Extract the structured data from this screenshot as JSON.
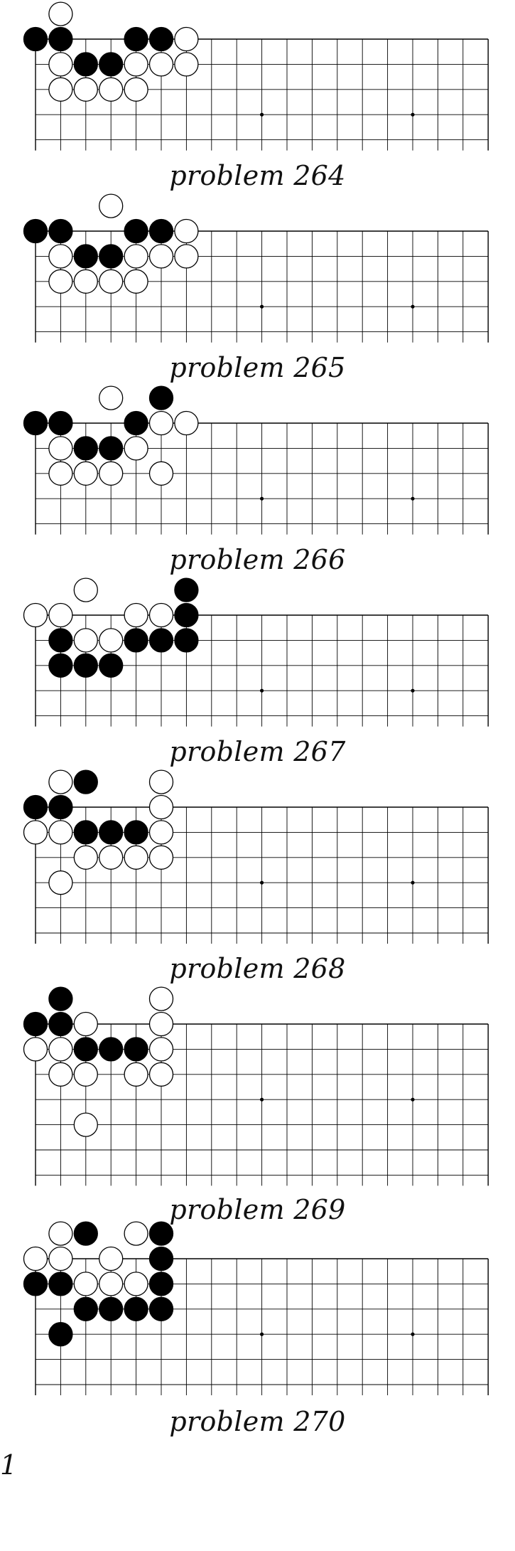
{
  "page": {
    "page_number": "1"
  },
  "board": {
    "columns": 19,
    "line_color": "#000000",
    "black_stone_color": "#000000",
    "white_stone_color": "#ffffff",
    "hoshi_columns": [
      9,
      15
    ]
  },
  "problems": [
    {
      "caption": "problem 264",
      "visible_rows": 5,
      "hoshi_row": 3,
      "stones": [
        {
          "c": "W",
          "col": 1,
          "row": -1
        },
        {
          "c": "B",
          "col": 0,
          "row": 0
        },
        {
          "c": "B",
          "col": 1,
          "row": 0
        },
        {
          "c": "B",
          "col": 4,
          "row": 0
        },
        {
          "c": "B",
          "col": 5,
          "row": 0
        },
        {
          "c": "W",
          "col": 6,
          "row": 0
        },
        {
          "c": "W",
          "col": 1,
          "row": 1
        },
        {
          "c": "B",
          "col": 2,
          "row": 1
        },
        {
          "c": "B",
          "col": 3,
          "row": 1
        },
        {
          "c": "W",
          "col": 4,
          "row": 1
        },
        {
          "c": "W",
          "col": 5,
          "row": 1
        },
        {
          "c": "W",
          "col": 6,
          "row": 1
        },
        {
          "c": "W",
          "col": 1,
          "row": 2
        },
        {
          "c": "W",
          "col": 2,
          "row": 2
        },
        {
          "c": "W",
          "col": 3,
          "row": 2
        },
        {
          "c": "W",
          "col": 4,
          "row": 2
        }
      ]
    },
    {
      "caption": "problem 265",
      "visible_rows": 5,
      "hoshi_row": 3,
      "stones": [
        {
          "c": "W",
          "col": 3,
          "row": -1
        },
        {
          "c": "B",
          "col": 0,
          "row": 0
        },
        {
          "c": "B",
          "col": 1,
          "row": 0
        },
        {
          "c": "B",
          "col": 4,
          "row": 0
        },
        {
          "c": "B",
          "col": 5,
          "row": 0
        },
        {
          "c": "W",
          "col": 6,
          "row": 0
        },
        {
          "c": "W",
          "col": 1,
          "row": 1
        },
        {
          "c": "B",
          "col": 2,
          "row": 1
        },
        {
          "c": "B",
          "col": 3,
          "row": 1
        },
        {
          "c": "W",
          "col": 4,
          "row": 1
        },
        {
          "c": "W",
          "col": 5,
          "row": 1
        },
        {
          "c": "W",
          "col": 6,
          "row": 1
        },
        {
          "c": "W",
          "col": 1,
          "row": 2
        },
        {
          "c": "W",
          "col": 2,
          "row": 2
        },
        {
          "c": "W",
          "col": 3,
          "row": 2
        },
        {
          "c": "W",
          "col": 4,
          "row": 2
        }
      ]
    },
    {
      "caption": "problem 266",
      "visible_rows": 5,
      "hoshi_row": 3,
      "stones": [
        {
          "c": "W",
          "col": 3,
          "row": -1
        },
        {
          "c": "B",
          "col": 5,
          "row": -1
        },
        {
          "c": "B",
          "col": 0,
          "row": 0
        },
        {
          "c": "B",
          "col": 1,
          "row": 0
        },
        {
          "c": "B",
          "col": 4,
          "row": 0
        },
        {
          "c": "W",
          "col": 5,
          "row": 0
        },
        {
          "c": "W",
          "col": 6,
          "row": 0
        },
        {
          "c": "W",
          "col": 1,
          "row": 1
        },
        {
          "c": "B",
          "col": 2,
          "row": 1
        },
        {
          "c": "B",
          "col": 3,
          "row": 1
        },
        {
          "c": "W",
          "col": 4,
          "row": 1
        },
        {
          "c": "W",
          "col": 1,
          "row": 2
        },
        {
          "c": "W",
          "col": 2,
          "row": 2
        },
        {
          "c": "W",
          "col": 3,
          "row": 2
        },
        {
          "c": "W",
          "col": 5,
          "row": 2
        }
      ]
    },
    {
      "caption": "problem 267",
      "visible_rows": 5,
      "hoshi_row": 3,
      "stones": [
        {
          "c": "W",
          "col": 2,
          "row": -1
        },
        {
          "c": "B",
          "col": 6,
          "row": -1
        },
        {
          "c": "W",
          "col": 0,
          "row": 0
        },
        {
          "c": "W",
          "col": 1,
          "row": 0
        },
        {
          "c": "W",
          "col": 4,
          "row": 0
        },
        {
          "c": "W",
          "col": 5,
          "row": 0
        },
        {
          "c": "B",
          "col": 6,
          "row": 0
        },
        {
          "c": "B",
          "col": 1,
          "row": 1
        },
        {
          "c": "W",
          "col": 2,
          "row": 1
        },
        {
          "c": "W",
          "col": 3,
          "row": 1
        },
        {
          "c": "B",
          "col": 4,
          "row": 1
        },
        {
          "c": "B",
          "col": 5,
          "row": 1
        },
        {
          "c": "B",
          "col": 6,
          "row": 1
        },
        {
          "c": "B",
          "col": 1,
          "row": 2
        },
        {
          "c": "B",
          "col": 2,
          "row": 2
        },
        {
          "c": "B",
          "col": 3,
          "row": 2
        }
      ]
    },
    {
      "caption": "problem 268",
      "visible_rows": 6,
      "hoshi_row": 3,
      "stones": [
        {
          "c": "W",
          "col": 1,
          "row": -1
        },
        {
          "c": "B",
          "col": 2,
          "row": -1
        },
        {
          "c": "W",
          "col": 5,
          "row": -1
        },
        {
          "c": "B",
          "col": 0,
          "row": 0
        },
        {
          "c": "B",
          "col": 1,
          "row": 0
        },
        {
          "c": "W",
          "col": 5,
          "row": 0
        },
        {
          "c": "W",
          "col": 0,
          "row": 1
        },
        {
          "c": "W",
          "col": 1,
          "row": 1
        },
        {
          "c": "B",
          "col": 2,
          "row": 1
        },
        {
          "c": "B",
          "col": 3,
          "row": 1
        },
        {
          "c": "B",
          "col": 4,
          "row": 1
        },
        {
          "c": "W",
          "col": 5,
          "row": 1
        },
        {
          "c": "W",
          "col": 2,
          "row": 2
        },
        {
          "c": "W",
          "col": 3,
          "row": 2
        },
        {
          "c": "W",
          "col": 4,
          "row": 2
        },
        {
          "c": "W",
          "col": 5,
          "row": 2
        },
        {
          "c": "W",
          "col": 1,
          "row": 3
        }
      ]
    },
    {
      "caption": "problem 269",
      "visible_rows": 7,
      "hoshi_row": 3,
      "stones": [
        {
          "c": "B",
          "col": 1,
          "row": -1
        },
        {
          "c": "W",
          "col": 5,
          "row": -1
        },
        {
          "c": "B",
          "col": 0,
          "row": 0
        },
        {
          "c": "B",
          "col": 1,
          "row": 0
        },
        {
          "c": "W",
          "col": 2,
          "row": 0
        },
        {
          "c": "W",
          "col": 5,
          "row": 0
        },
        {
          "c": "W",
          "col": 0,
          "row": 1
        },
        {
          "c": "W",
          "col": 1,
          "row": 1
        },
        {
          "c": "B",
          "col": 2,
          "row": 1
        },
        {
          "c": "B",
          "col": 3,
          "row": 1
        },
        {
          "c": "B",
          "col": 4,
          "row": 1
        },
        {
          "c": "W",
          "col": 5,
          "row": 1
        },
        {
          "c": "W",
          "col": 1,
          "row": 2
        },
        {
          "c": "W",
          "col": 2,
          "row": 2
        },
        {
          "c": "W",
          "col": 4,
          "row": 2
        },
        {
          "c": "W",
          "col": 5,
          "row": 2
        },
        {
          "c": "W",
          "col": 2,
          "row": 4
        }
      ]
    },
    {
      "caption": "problem 270",
      "visible_rows": 6,
      "hoshi_row": 3,
      "stones": [
        {
          "c": "W",
          "col": 1,
          "row": -1
        },
        {
          "c": "B",
          "col": 2,
          "row": -1
        },
        {
          "c": "W",
          "col": 4,
          "row": -1
        },
        {
          "c": "B",
          "col": 5,
          "row": -1
        },
        {
          "c": "W",
          "col": 0,
          "row": 0
        },
        {
          "c": "W",
          "col": 1,
          "row": 0
        },
        {
          "c": "W",
          "col": 3,
          "row": 0
        },
        {
          "c": "B",
          "col": 5,
          "row": 0
        },
        {
          "c": "B",
          "col": 0,
          "row": 1
        },
        {
          "c": "B",
          "col": 1,
          "row": 1
        },
        {
          "c": "W",
          "col": 2,
          "row": 1
        },
        {
          "c": "W",
          "col": 3,
          "row": 1
        },
        {
          "c": "W",
          "col": 4,
          "row": 1
        },
        {
          "c": "B",
          "col": 5,
          "row": 1
        },
        {
          "c": "B",
          "col": 2,
          "row": 2
        },
        {
          "c": "B",
          "col": 3,
          "row": 2
        },
        {
          "c": "B",
          "col": 4,
          "row": 2
        },
        {
          "c": "B",
          "col": 5,
          "row": 2
        },
        {
          "c": "B",
          "col": 1,
          "row": 3
        }
      ]
    }
  ]
}
